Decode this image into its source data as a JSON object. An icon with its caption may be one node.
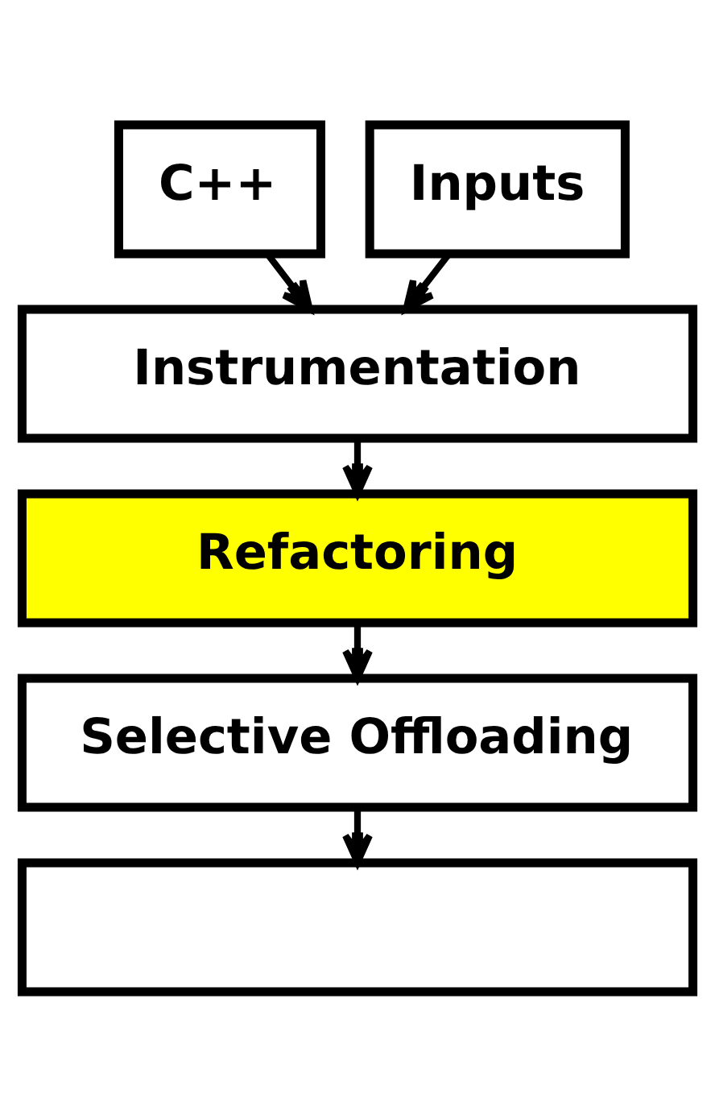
{
  "diagram": {
    "nodes": [
      {
        "text": [
          "C++"
        ]
      },
      {
        "text": [
          "Inputs"
        ]
      },
      {
        "text": [
          "Instrumentation"
        ]
      },
      {
        "text": [
          "Refactoring"
        ]
      },
      {
        "text": [
          "Selective Offloading"
        ]
      },
      {
        "text": [],
        "shape": "box"
      }
    ],
    "edges": [
      {
        "from": 0,
        "to": 2,
        "arrow": "to"
      },
      {
        "from": 1,
        "to": 2,
        "arrow": "to"
      },
      {
        "from": 2,
        "to": 3,
        "arrow": "to"
      },
      {
        "from": 3,
        "to": 4,
        "arrow": "to"
      },
      {
        "from": 4,
        "to": 5,
        "arrow": "to"
      }
    ]
  }
}
